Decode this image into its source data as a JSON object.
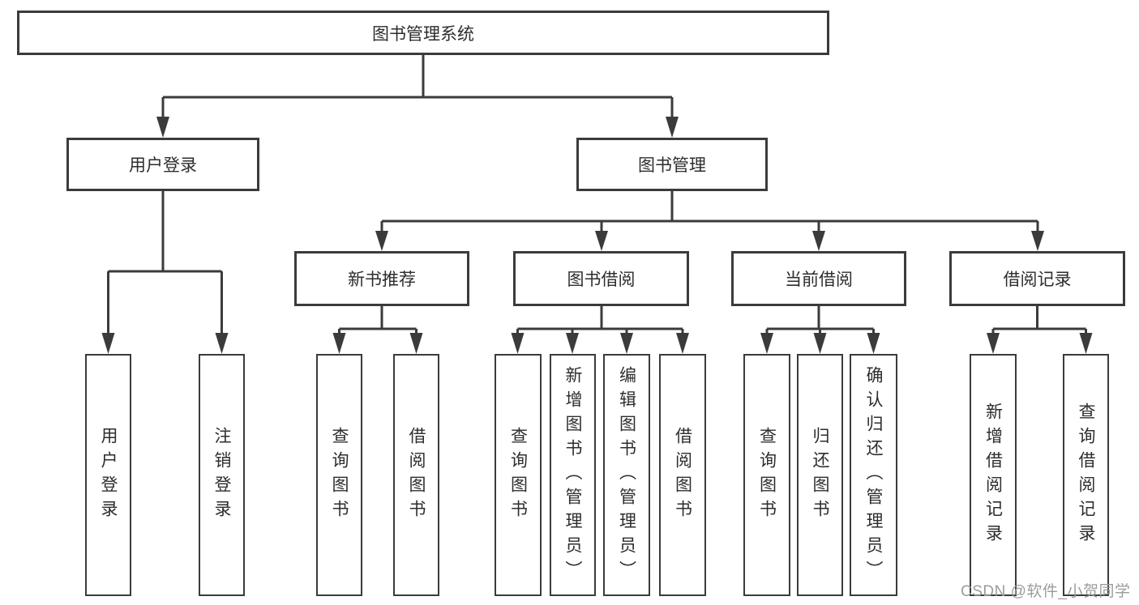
{
  "colors": {
    "line": "#3b3b3b",
    "text": "#2d2d2d",
    "watermark_gray": "#9c9c9c",
    "background": "#ffffff"
  },
  "watermark": "CSDN @软件_小贺同学",
  "tree": {
    "label": "图书管理系统",
    "children": [
      {
        "label": "用户登录",
        "children": [
          {
            "label": "用户登录"
          },
          {
            "label": "注销登录"
          }
        ]
      },
      {
        "label": "图书管理",
        "children": [
          {
            "label": "新书推荐",
            "children": [
              {
                "label": "查询图书"
              },
              {
                "label": "借阅图书"
              }
            ]
          },
          {
            "label": "图书借阅",
            "children": [
              {
                "label": "查询图书"
              },
              {
                "label": "新增图书（管理员）"
              },
              {
                "label": "编辑图书（管理员）"
              },
              {
                "label": "借阅图书"
              }
            ]
          },
          {
            "label": "当前借阅",
            "children": [
              {
                "label": "查询图书"
              },
              {
                "label": "归还图书"
              },
              {
                "label": "确认归还（管理员）"
              }
            ]
          },
          {
            "label": "借阅记录",
            "children": [
              {
                "label": "新增借阅记录"
              },
              {
                "label": "查询借阅记录"
              }
            ]
          }
        ]
      }
    ]
  }
}
